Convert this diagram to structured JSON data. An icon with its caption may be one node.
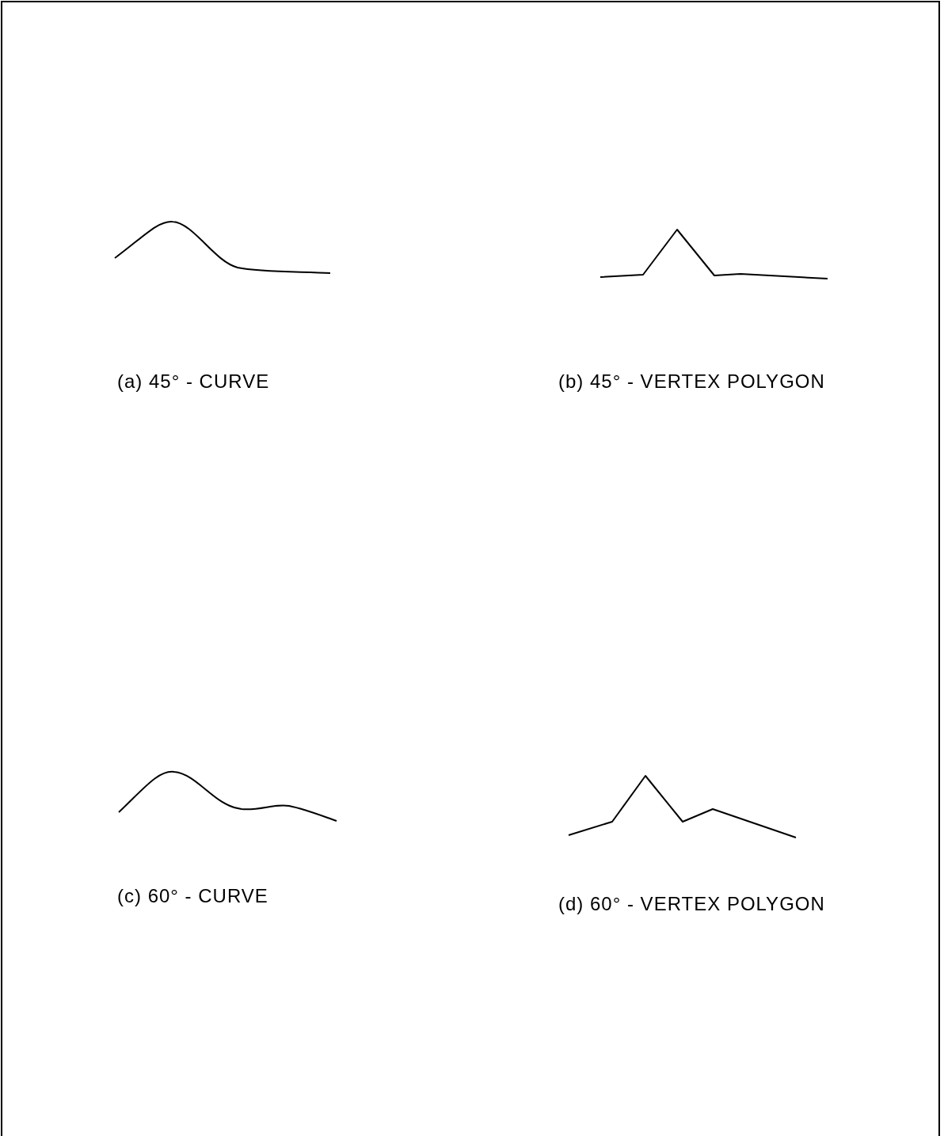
{
  "diagram": {
    "labels": [
      "(a) 45° - CURVE",
      "(b) 45° - VERTEX POLYGON",
      "(c) 60° - CURVE",
      "(d) 60° - VERTEX POLYGON"
    ]
  }
}
